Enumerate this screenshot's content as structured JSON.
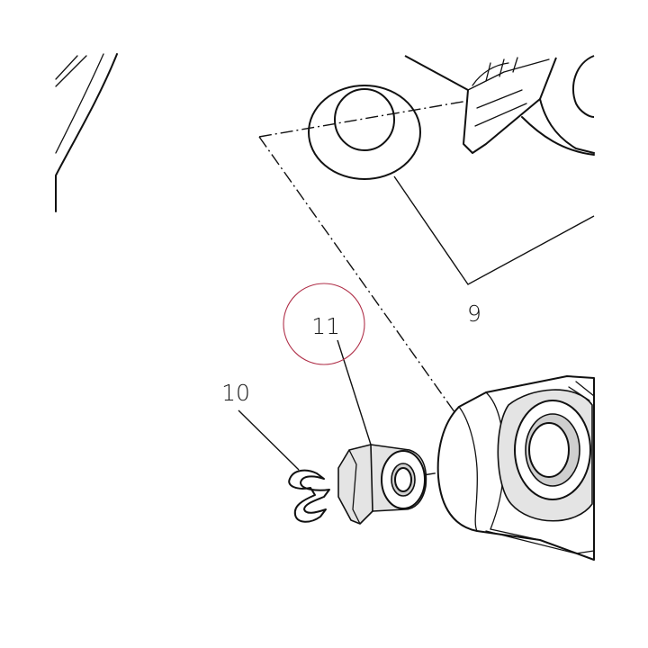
{
  "diagram": {
    "part_labels": {
      "washer": "9",
      "e_clip": "10",
      "bushing": "11"
    },
    "highlighted_part": "11",
    "colors": {
      "line": "#111111",
      "shading": "#e4e4e4",
      "highlight_circle": "#b0314a",
      "background": "#ffffff"
    }
  }
}
